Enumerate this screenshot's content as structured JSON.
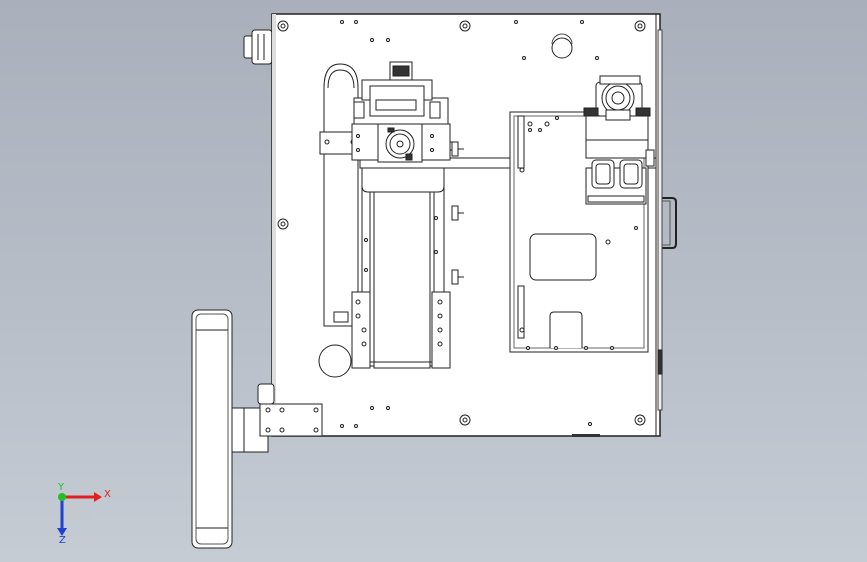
{
  "view": {
    "background_top": "#a9b0bb",
    "background_bottom": "#c6ccd4",
    "part_fill": "#ffffff",
    "edge_color": "#222222"
  },
  "triad": {
    "x_label": "X",
    "y_label": "Y",
    "z_label": "Z",
    "x_color": "#e02020",
    "y_color": "#20c020",
    "z_color": "#2040d0"
  }
}
